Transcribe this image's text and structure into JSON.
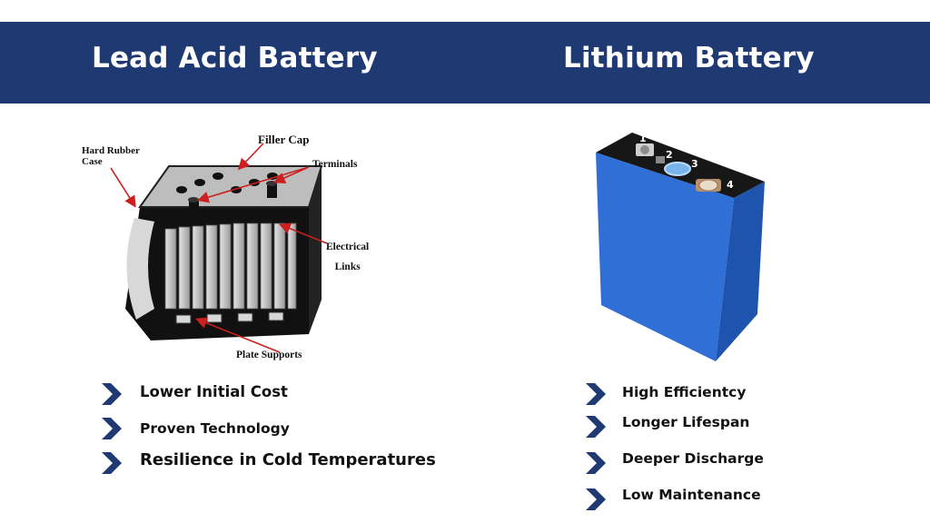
{
  "header": {
    "left_title": "Lead Acid Battery",
    "right_title": "Lithium Battery",
    "bg_color": "#1f3a73"
  },
  "lead_acid": {
    "diagram_labels": {
      "case": "Hard Rubber\nCase",
      "filler_cap": "Filler Cap",
      "terminals": "Terminals",
      "electrical_links": "Electrical\nLinks",
      "plate_supports": "Plate Supports"
    },
    "features": [
      "Lower Initial Cost",
      "Proven Technology",
      "Resilience in Cold Temperatures"
    ]
  },
  "lithium": {
    "cell_markers": [
      "1",
      "2",
      "3",
      "4"
    ],
    "features": [
      "High Efficientcy",
      "Longer Lifespan",
      "Deeper Discharge",
      "Low Maintenance"
    ]
  },
  "colors": {
    "accent": "#1f3a73",
    "cell_blue": "#2f6fd6",
    "arrow_red": "#cc1f1f"
  }
}
